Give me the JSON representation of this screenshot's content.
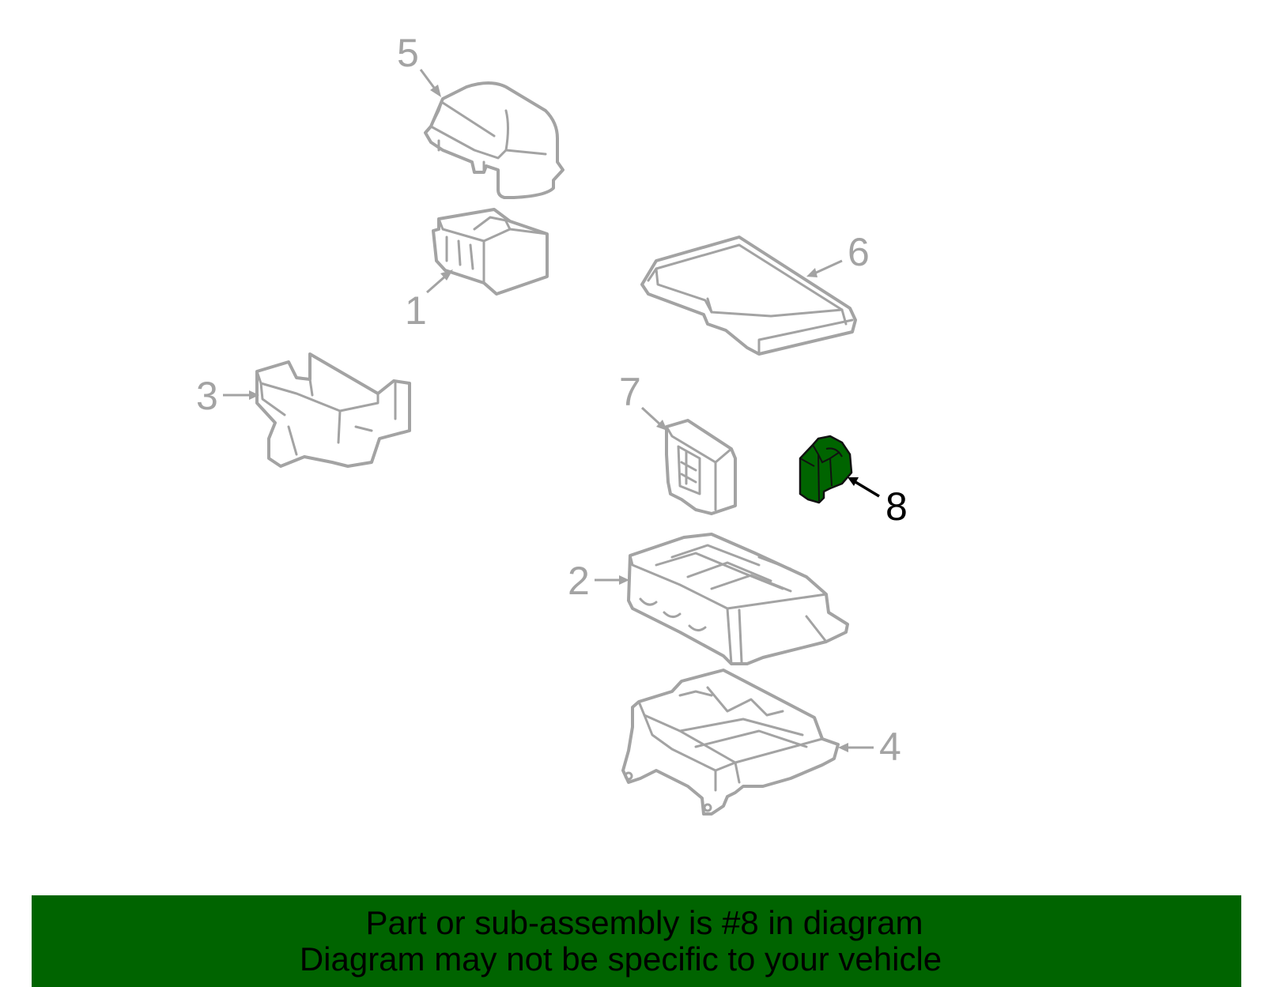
{
  "colors": {
    "part_outline": "#a3a3a3",
    "highlight_fill": "#006400",
    "banner_background": "#006400",
    "text": "#000000"
  },
  "diagram": {
    "highlighted_part": "8",
    "callouts": {
      "c1": "1",
      "c2": "2",
      "c3": "3",
      "c4": "4",
      "c5": "5",
      "c6": "6",
      "c7": "7",
      "c8": "8"
    }
  },
  "banner": {
    "line1": "Part or sub-assembly is #8 in diagram",
    "line2": "Diagram may not be specific to your vehicle"
  }
}
